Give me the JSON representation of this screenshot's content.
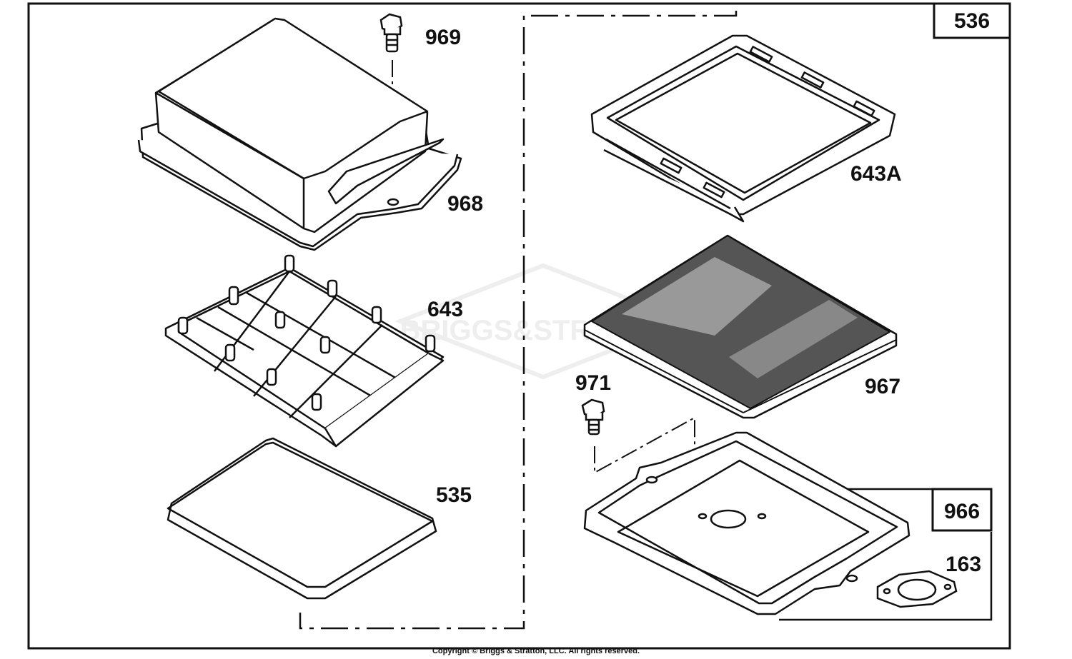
{
  "labels": {
    "p969": "969",
    "p968": "968",
    "p643": "643",
    "p535": "535",
    "p536": "536",
    "p643a": "643A",
    "p967": "967",
    "p971": "971",
    "p966": "966",
    "p163": "163"
  },
  "watermark": "BRIGGS&STRATTON",
  "copyright": "Copyright © Briggs & Stratton, LLC. All rights reserved.",
  "colors": {
    "ink": "#111111",
    "watermark": "#d9d9d9",
    "background": "#ffffff"
  }
}
